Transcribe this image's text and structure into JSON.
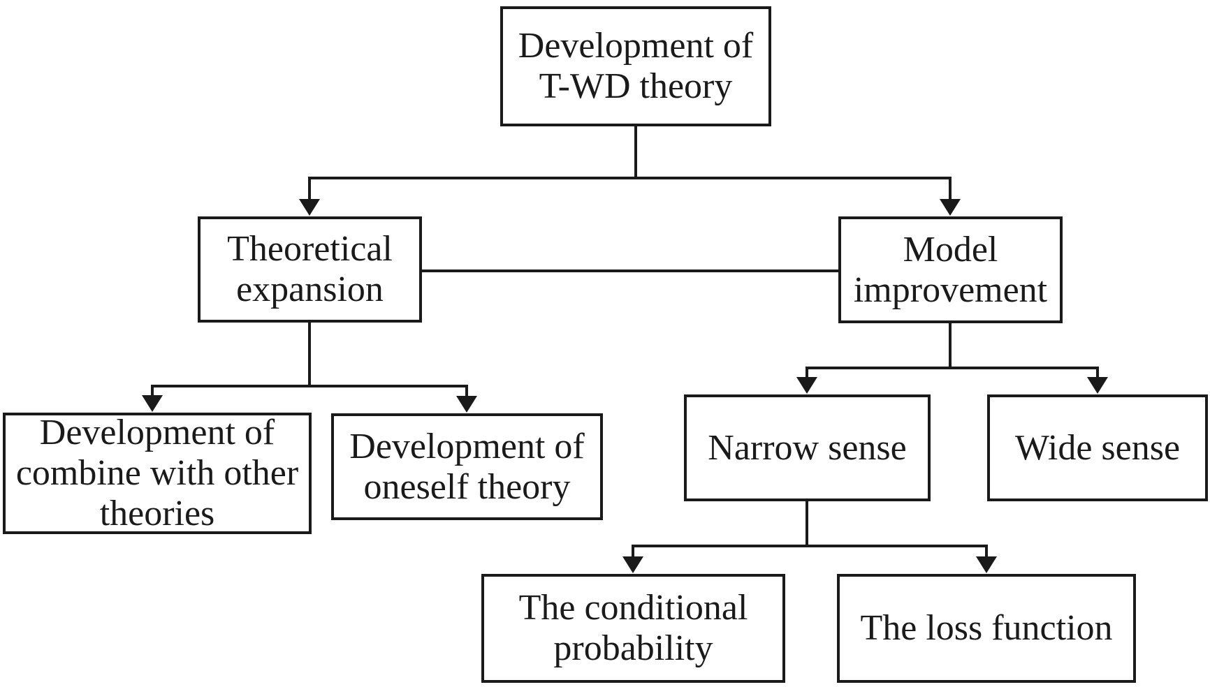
{
  "diagram": {
    "type": "flowchart",
    "colors": {
      "line": "#1a1a1a",
      "text": "#1a1a1a",
      "background": "#ffffff"
    },
    "nodes": {
      "root": {
        "id": "development-of-t-wd-theory",
        "lines": [
          "Development of",
          "T-WD theory"
        ]
      },
      "theoretical": {
        "id": "theoretical-expansion",
        "lines": [
          "Theoretical",
          "expansion"
        ]
      },
      "model": {
        "id": "model-improvement",
        "lines": [
          "Model",
          "improvement"
        ]
      },
      "combine": {
        "id": "development-of-combine-with-other-theories",
        "lines": [
          "Development of",
          "combine with other",
          "theories"
        ]
      },
      "oneself": {
        "id": "development-of-oneself-theory",
        "lines": [
          "Development of",
          "oneself theory"
        ]
      },
      "narrow": {
        "id": "narrow-sense",
        "lines": [
          "Narrow sense"
        ]
      },
      "wide": {
        "id": "wide-sense",
        "lines": [
          "Wide sense"
        ]
      },
      "conditional": {
        "id": "the-conditional-probability",
        "lines": [
          "The conditional",
          "probability"
        ]
      },
      "loss": {
        "id": "the-loss-function",
        "lines": [
          "The loss function"
        ]
      }
    },
    "edges": [
      {
        "from": "development-of-t-wd-theory",
        "to": "theoretical-expansion",
        "arrow": true
      },
      {
        "from": "development-of-t-wd-theory",
        "to": "model-improvement",
        "arrow": true
      },
      {
        "from": "theoretical-expansion",
        "to": "model-improvement",
        "arrow": false
      },
      {
        "from": "theoretical-expansion",
        "to": "development-of-combine-with-other-theories",
        "arrow": true
      },
      {
        "from": "theoretical-expansion",
        "to": "development-of-oneself-theory",
        "arrow": true
      },
      {
        "from": "model-improvement",
        "to": "narrow-sense",
        "arrow": true
      },
      {
        "from": "model-improvement",
        "to": "wide-sense",
        "arrow": true
      },
      {
        "from": "narrow-sense",
        "to": "the-conditional-probability",
        "arrow": true
      },
      {
        "from": "narrow-sense",
        "to": "the-loss-function",
        "arrow": true
      }
    ]
  }
}
